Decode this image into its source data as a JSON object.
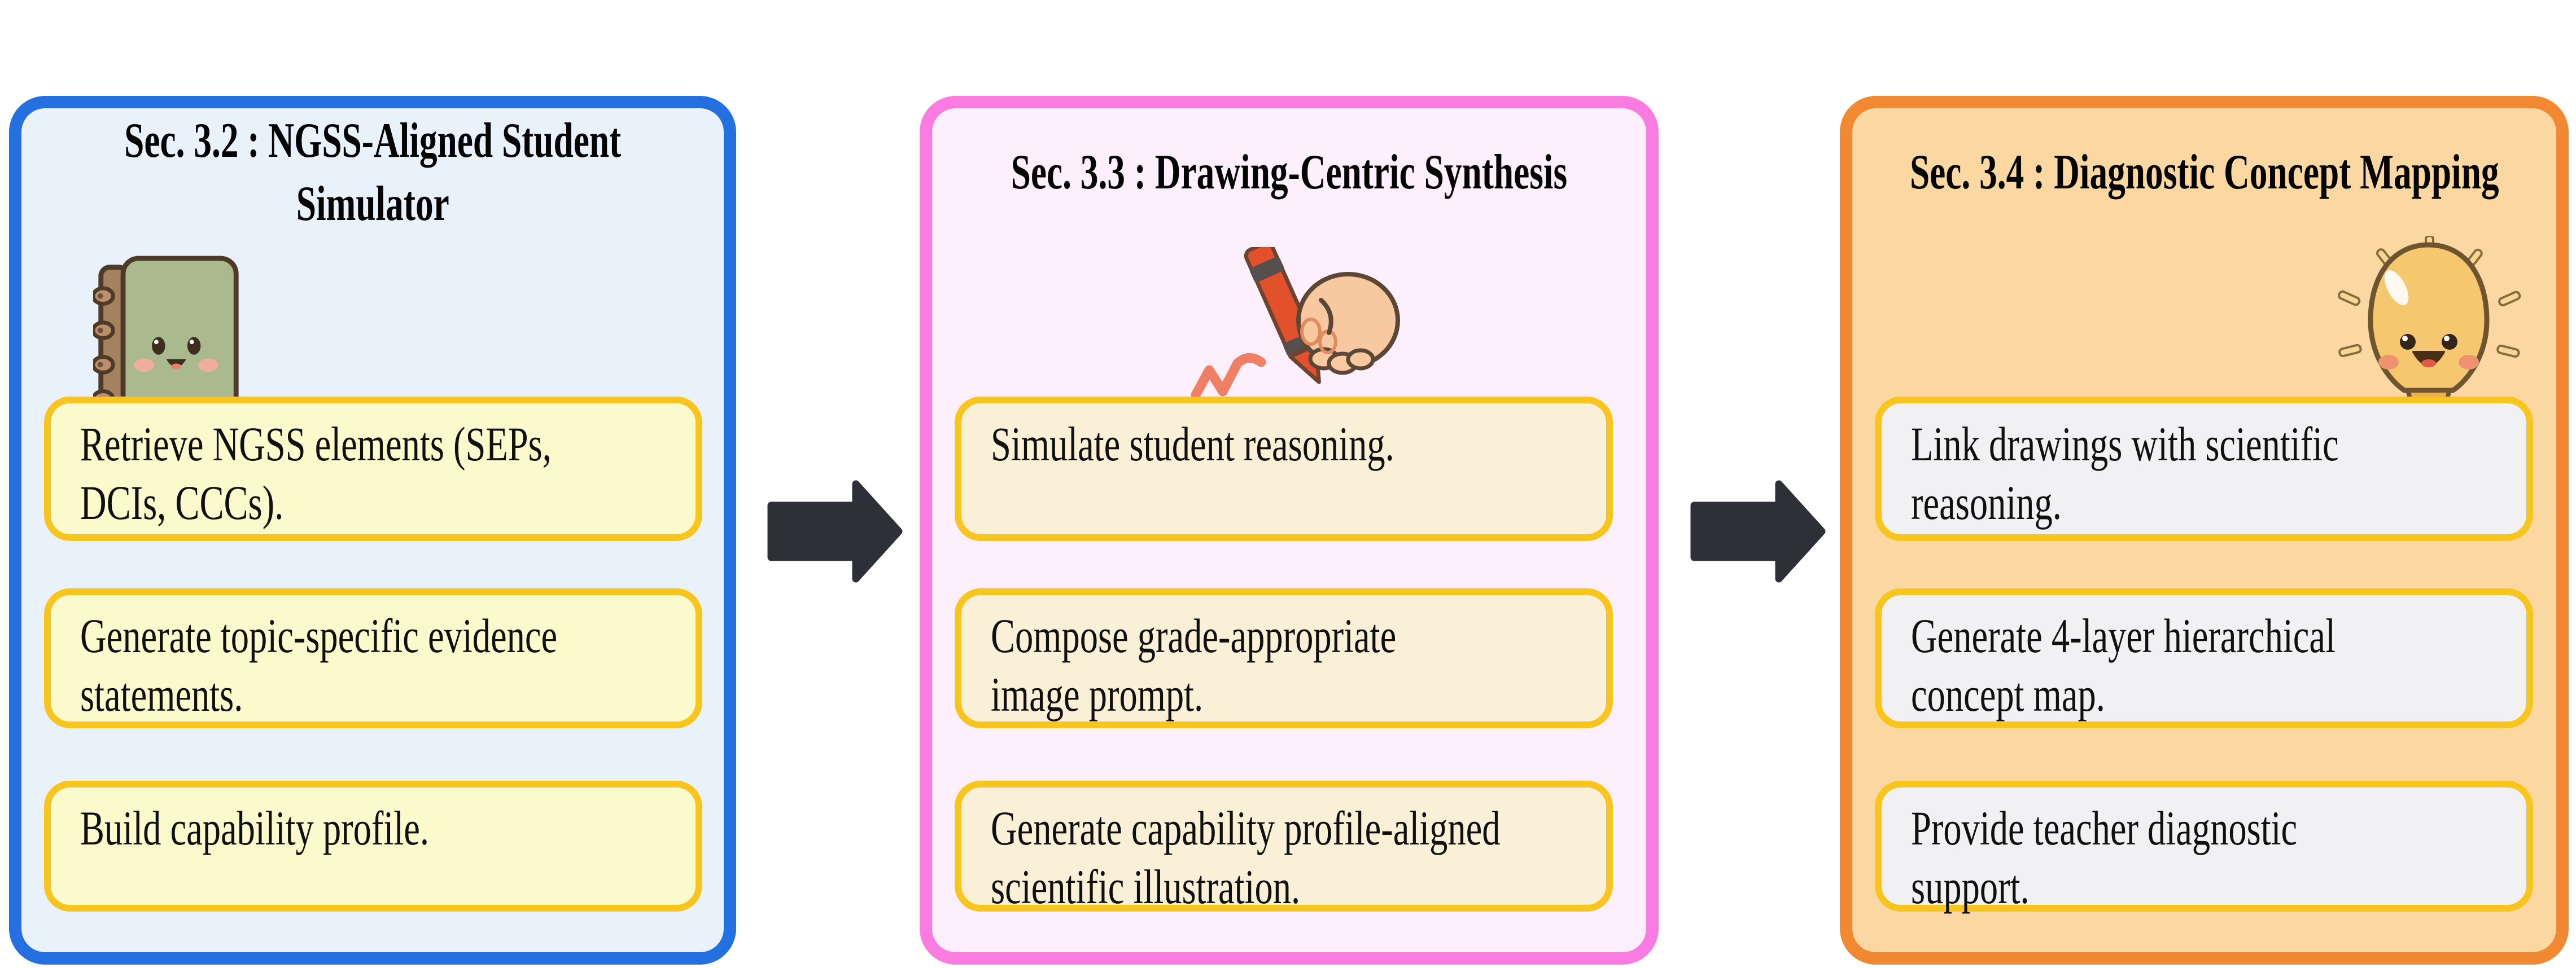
{
  "figure": {
    "background_color": "#ffffff",
    "text_color": "#0b0b0b",
    "task_box_border_color": "#f8c51f",
    "arrow_color": "#2d3137",
    "arrow_icon": "arrow-right-icon"
  },
  "panels": [
    {
      "id": "ngss-student-simulator",
      "title_lines": [
        "Sec. 3.2 : NGSS-Aligned Student",
        "Simulator"
      ],
      "icon": "notebook-icon",
      "border_color": "#2470e0",
      "background_color": "#e9f1fb",
      "box_background_color": "#fafacd",
      "boxes": [
        {
          "lines": [
            "Retrieve NGSS elements (SEPs,",
            "DCIs, CCCs)."
          ]
        },
        {
          "lines": [
            "Generate topic-specific evidence",
            "statements."
          ]
        },
        {
          "lines": [
            "Build capability profile."
          ]
        }
      ]
    },
    {
      "id": "drawing-centric-synthesis",
      "title_lines": [
        "Sec. 3.3 : Drawing-Centric Synthesis"
      ],
      "icon": "crayon-hand-icon",
      "border_color": "#fb7ce1",
      "background_color": "#fdeffb",
      "box_background_color": "#faf0d8",
      "boxes": [
        {
          "lines": [
            "Simulate student reasoning."
          ]
        },
        {
          "lines": [
            "Compose grade-appropriate",
            "image prompt."
          ]
        },
        {
          "lines": [
            "Generate capability profile-aligned",
            "scientific illustration."
          ]
        }
      ]
    },
    {
      "id": "diagnostic-concept-mapping",
      "title_lines": [
        "Sec. 3.4 : Diagnostic Concept Mapping"
      ],
      "icon": "lightbulb-icon",
      "border_color": "#f08931",
      "background_color": "#fbd8a2",
      "box_background_color": "#f1f1f3",
      "boxes": [
        {
          "lines": [
            "Link drawings with scientific",
            "reasoning."
          ]
        },
        {
          "lines": [
            "Generate 4-layer hierarchical",
            "concept map."
          ]
        },
        {
          "lines": [
            "Provide teacher diagnostic",
            "support."
          ]
        }
      ]
    }
  ]
}
